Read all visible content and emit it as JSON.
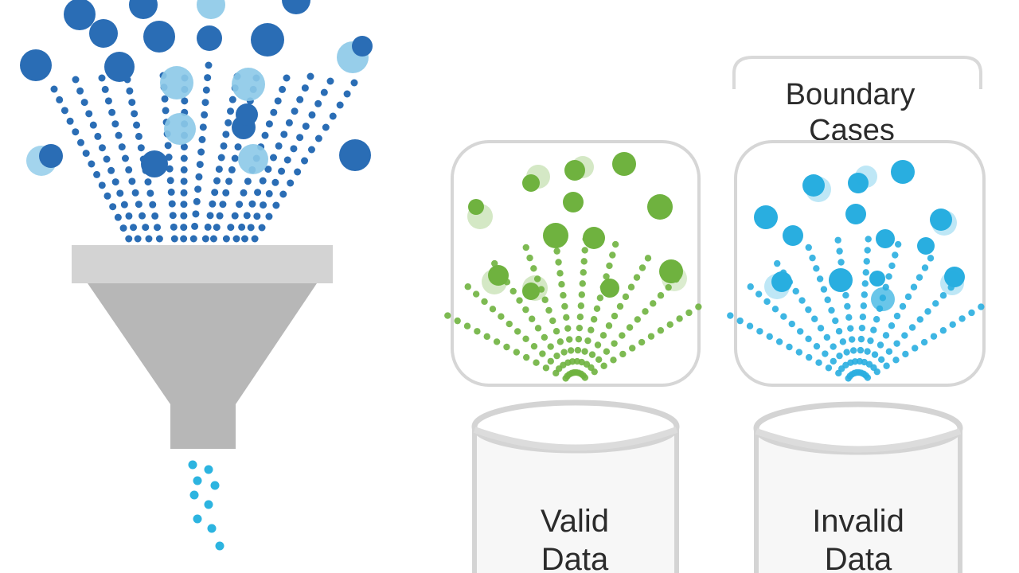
{
  "boundary_label": [
    "Boundary",
    "Cases"
  ],
  "containers": {
    "valid": {
      "label": [
        "Valid",
        "Data"
      ],
      "dot_color": "#6fb23f"
    },
    "invalid": {
      "label": [
        "Invalid",
        "Data"
      ],
      "dot_color": "#29aee0"
    }
  },
  "colors": {
    "input_dark": "#2a6db5",
    "input_light": "#8cc9e8",
    "output_stream": "#2cb4e0",
    "funnel": "#b9b9b9",
    "funnel_rim": "#d3d3d3",
    "box_stroke": "#d6d6d6"
  },
  "icons": {
    "funnel": "funnel-icon",
    "valid_bin": "cylinder-icon",
    "invalid_bin": "cylinder-icon"
  }
}
